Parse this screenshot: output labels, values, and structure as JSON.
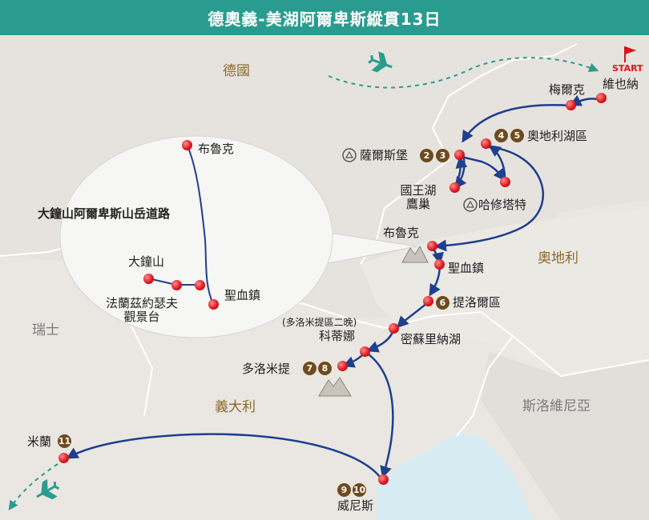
{
  "title": "德奧義-美湖阿爾卑斯縱貫13日",
  "start_marker": "START",
  "countries": {
    "germany": "德國",
    "austria": "奧地利",
    "switzerland": "瑞士",
    "italy": "義大利",
    "slovenia": "斯洛維尼亞"
  },
  "stops": {
    "vienna": "維也納",
    "melk": "梅爾克",
    "salzkammergut": "奧地利湖區",
    "salzkammergut_days": [
      "4",
      "5"
    ],
    "salzburg": "薩爾斯堡",
    "salzburg_days": [
      "2",
      "3"
    ],
    "konigssee": [
      "國王湖",
      "鷹巢"
    ],
    "hallstatt": "哈修塔特",
    "bruck": "布魯克",
    "heiligenblut": "聖血鎮",
    "tirol": "提洛爾區",
    "tirol_day": "6",
    "misurina": "密蘇里納湖",
    "cortina_note": "(多洛米提區二晚)",
    "cortina": "科蒂娜",
    "dolomites": "多洛米提",
    "dolomites_days": [
      "7",
      "8"
    ],
    "venice": "威尼斯",
    "venice_days": [
      "9",
      "10"
    ],
    "milan": "米蘭",
    "milan_day": "11"
  },
  "inset": {
    "title": "大鐘山阿爾卑斯山岳道路",
    "bruck": "布魯克",
    "grossglockner": "大鐘山",
    "franz_josef": [
      "法蘭茲約瑟夫",
      "觀景台"
    ],
    "heiligenblut": "聖血鎮"
  },
  "colors": {
    "header": "#2a9c8f",
    "route": "#1f3f8f",
    "flight": "#2a9c8f",
    "marker": "#d8121b",
    "badge": "#6e4b1e"
  }
}
